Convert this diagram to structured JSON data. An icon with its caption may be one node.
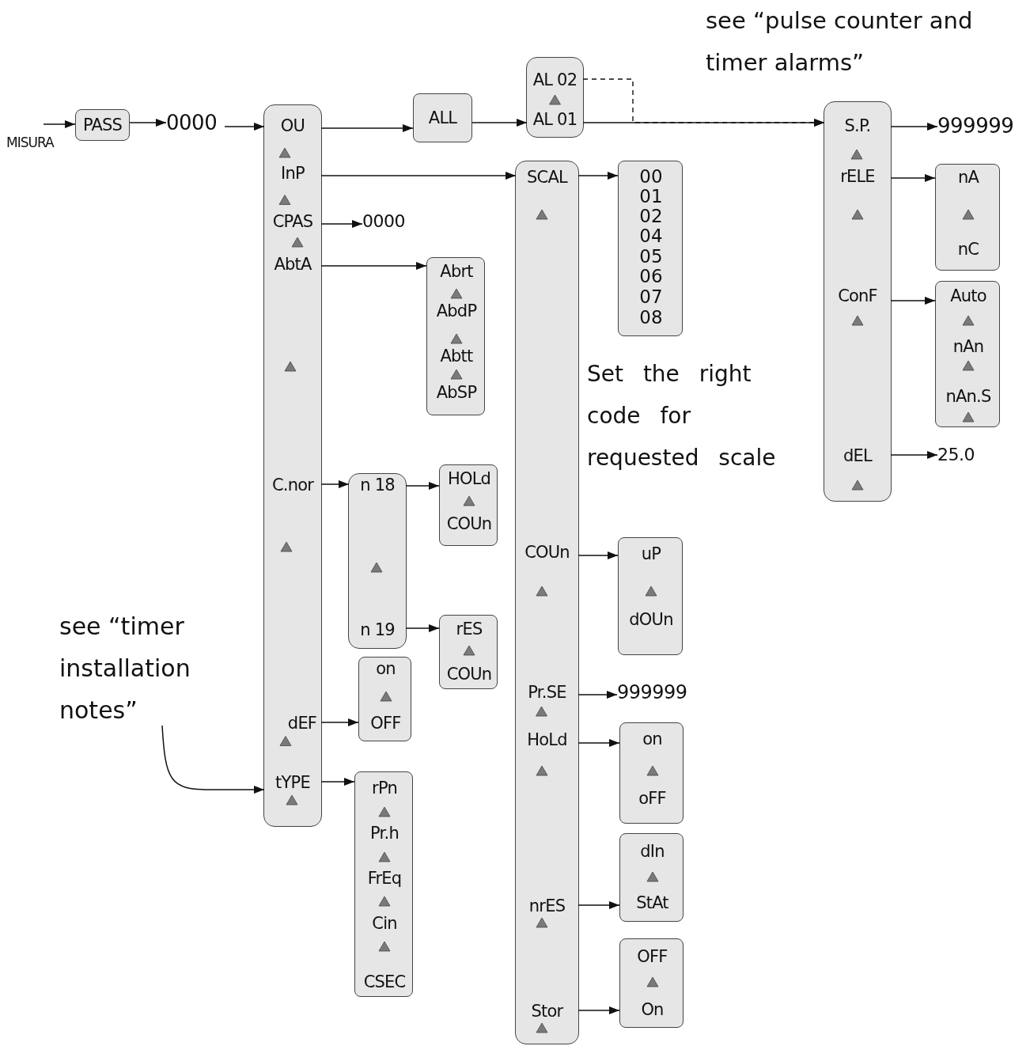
{
  "diagram": {
    "nodes": [
      {
        "text": [
          "PASS"
        ]
      },
      {
        "text": [
          "0000"
        ]
      },
      {
        "text": [],
        "shape": "box"
      },
      {
        "text": [
          "OU"
        ],
        "in": 2
      },
      {
        "text": [
          "InP"
        ],
        "in": 2
      },
      {
        "text": [
          "CPAS"
        ],
        "in": 2
      },
      {
        "text": [
          "AbtA"
        ],
        "in": 2
      },
      {
        "text": [
          "C.nor"
        ],
        "in": 2
      },
      {
        "text": [
          "dEF"
        ],
        "in": 2
      },
      {
        "text": [
          "tYPE"
        ],
        "in": 2
      },
      {
        "text": [
          "0000"
        ]
      },
      {
        "text": [
          "ALL"
        ]
      },
      {
        "text": [],
        "shape": "box"
      },
      {
        "text": [
          "AL 02"
        ],
        "in": 12
      },
      {
        "text": [
          "AL 01"
        ],
        "in": 12
      },
      {
        "text": [],
        "shape": "box"
      },
      {
        "text": [
          "SCAL"
        ],
        "in": 15
      },
      {
        "text": [
          "COUn"
        ],
        "in": 15
      },
      {
        "text": [
          "Pr.SE"
        ],
        "in": 15
      },
      {
        "text": [
          "HoLd"
        ],
        "in": 15
      },
      {
        "text": [
          "nrES"
        ],
        "in": 15
      },
      {
        "text": [
          "Stor"
        ],
        "in": 15
      },
      {
        "text": [
          "00",
          "01",
          "02",
          "04",
          "05",
          "06",
          "07",
          "08"
        ]
      },
      {
        "text": [
          "Abrt",
          "AbdP",
          "Abtt",
          "AbSP"
        ]
      },
      {
        "text": [],
        "shape": "box"
      },
      {
        "text": [
          "n 18"
        ],
        "in": 24
      },
      {
        "text": [
          "n 19"
        ],
        "in": 24
      },
      {
        "text": [
          "HOLd",
          "COUn"
        ]
      },
      {
        "text": [
          "rES",
          "COUn"
        ]
      },
      {
        "text": [
          "on",
          "OFF"
        ]
      },
      {
        "text": [
          "rPn",
          "Pr.h",
          "FrEq",
          "Cin",
          "CSEC"
        ]
      },
      {
        "text": [
          "uP",
          "dOUn"
        ]
      },
      {
        "text": [
          "999999"
        ]
      },
      {
        "text": [
          "on",
          "oFF"
        ]
      },
      {
        "text": [
          "dIn",
          "StAt"
        ]
      },
      {
        "text": [
          "OFF",
          "On"
        ]
      },
      {
        "text": [],
        "shape": "box"
      },
      {
        "text": [
          "S.P."
        ],
        "in": 36
      },
      {
        "text": [
          "rELE"
        ],
        "in": 36
      },
      {
        "text": [
          "ConF"
        ],
        "in": 36
      },
      {
        "text": [
          "dEL"
        ],
        "in": 36
      },
      {
        "text": [
          "999999"
        ]
      },
      {
        "text": [
          "nA",
          "nC"
        ]
      },
      {
        "text": [
          "Auto",
          "nAn",
          "nAn.S"
        ]
      },
      {
        "text": [
          "25.0"
        ]
      },
      {
        "text": [
          "see “timer installation notes”"
        ]
      }
    ],
    "edges": [
      {
        "from": null,
        "to": 0,
        "arrow": "to"
      },
      {
        "from": 0,
        "to": 1,
        "arrow": "to"
      },
      {
        "from": 1,
        "to": 3,
        "arrow": "to"
      },
      {
        "from": 3,
        "to": 11,
        "arrow": "to"
      },
      {
        "from": 11,
        "to": 14,
        "arrow": "to"
      },
      {
        "from": 14,
        "to": 37,
        "arrow": "to"
      },
      {
        "from": 13,
        "to": 37,
        "arrow": "to",
        "style": "dashed"
      },
      {
        "from": 4,
        "to": 16,
        "arrow": "to"
      },
      {
        "from": 5,
        "to": 10,
        "arrow": "to"
      },
      {
        "from": 6,
        "to": 23,
        "arrow": "to"
      },
      {
        "from": 7,
        "to": 25,
        "arrow": "to"
      },
      {
        "from": 25,
        "to": 27,
        "arrow": "to"
      },
      {
        "from": 26,
        "to": 28,
        "arrow": "to"
      },
      {
        "from": 8,
        "to": 29,
        "arrow": "to"
      },
      {
        "from": 9,
        "to": 30,
        "arrow": "to"
      },
      {
        "from": 16,
        "to": 22,
        "arrow": "to"
      },
      {
        "from": 17,
        "to": 31,
        "arrow": "to"
      },
      {
        "from": 18,
        "to": 32,
        "arrow": "to"
      },
      {
        "from": 19,
        "to": 33,
        "arrow": "to"
      },
      {
        "from": 20,
        "to": 34,
        "arrow": "to"
      },
      {
        "from": 21,
        "to": 35,
        "arrow": "to"
      },
      {
        "from": 37,
        "to": 41,
        "arrow": "to"
      },
      {
        "from": 38,
        "to": 42,
        "arrow": "to"
      },
      {
        "from": 39,
        "to": 43,
        "arrow": "to"
      },
      {
        "from": 40,
        "to": 44,
        "arrow": "to"
      },
      {
        "from": 45,
        "to": 9,
        "arrow": "to"
      },
      {
        "from": 4,
        "to": 3,
        "arrow": "to"
      },
      {
        "from": 5,
        "to": 4,
        "arrow": "to"
      },
      {
        "from": 6,
        "to": 5,
        "arrow": "to"
      },
      {
        "from": 9,
        "to": 8,
        "arrow": "to"
      },
      {
        "from": 14,
        "to": 13,
        "arrow": "to"
      },
      {
        "from": 19,
        "to": 18,
        "arrow": "to"
      },
      {
        "from": 38,
        "to": 37,
        "arrow": "to"
      }
    ],
    "labels": [
      "see “pulse counter and timer alarms”",
      "MISURA",
      "Set the right code for requested scale"
    ]
  }
}
